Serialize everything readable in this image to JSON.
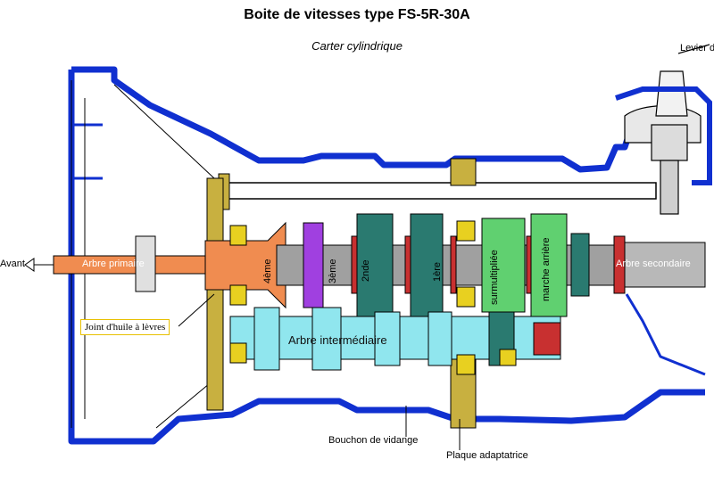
{
  "title": "Boite de vitesses type FS-5R-30A",
  "subtitle": "Carter cylindrique",
  "labels": {
    "levier": "Levier de v",
    "avant": "Avant",
    "arbre_primaire": "Arbre primaire",
    "joint": "Joint d'huile à lèvres",
    "arbre_intermediaire": "Arbre    intermédiaire",
    "arbre_secondaire": "Arbre secondaire",
    "bouchon": "Bouchon de vidange",
    "plaque": "Plaque adaptatrice",
    "g4": "4ème",
    "g3": "3ème",
    "g2": "2nde",
    "g1": "1ère",
    "surmultipliee": "surmultipliée",
    "marche_arriere": "marche arrière"
  },
  "colors": {
    "housing": "#1030d0",
    "primary_shaft": "#f08c50",
    "main_shaft": "#a0a0a0",
    "countershaft": "#90e6ee",
    "gear_green": "#60d070",
    "gear_teal": "#2a7a70",
    "gear_purple": "#a040e0",
    "gear_red": "#c83030",
    "bearing": "#e8d020",
    "plate": "#c8b040"
  }
}
